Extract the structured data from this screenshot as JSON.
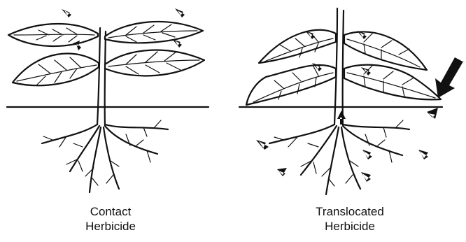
{
  "panels": [
    {
      "id": "contact",
      "caption_line1": "Contact",
      "caption_line2": "Herbicide"
    },
    {
      "id": "translocated",
      "caption_line1": "Translocated",
      "caption_line2": "Herbicide"
    }
  ],
  "colors": {
    "ink": "#111111",
    "background": "#ffffff"
  }
}
